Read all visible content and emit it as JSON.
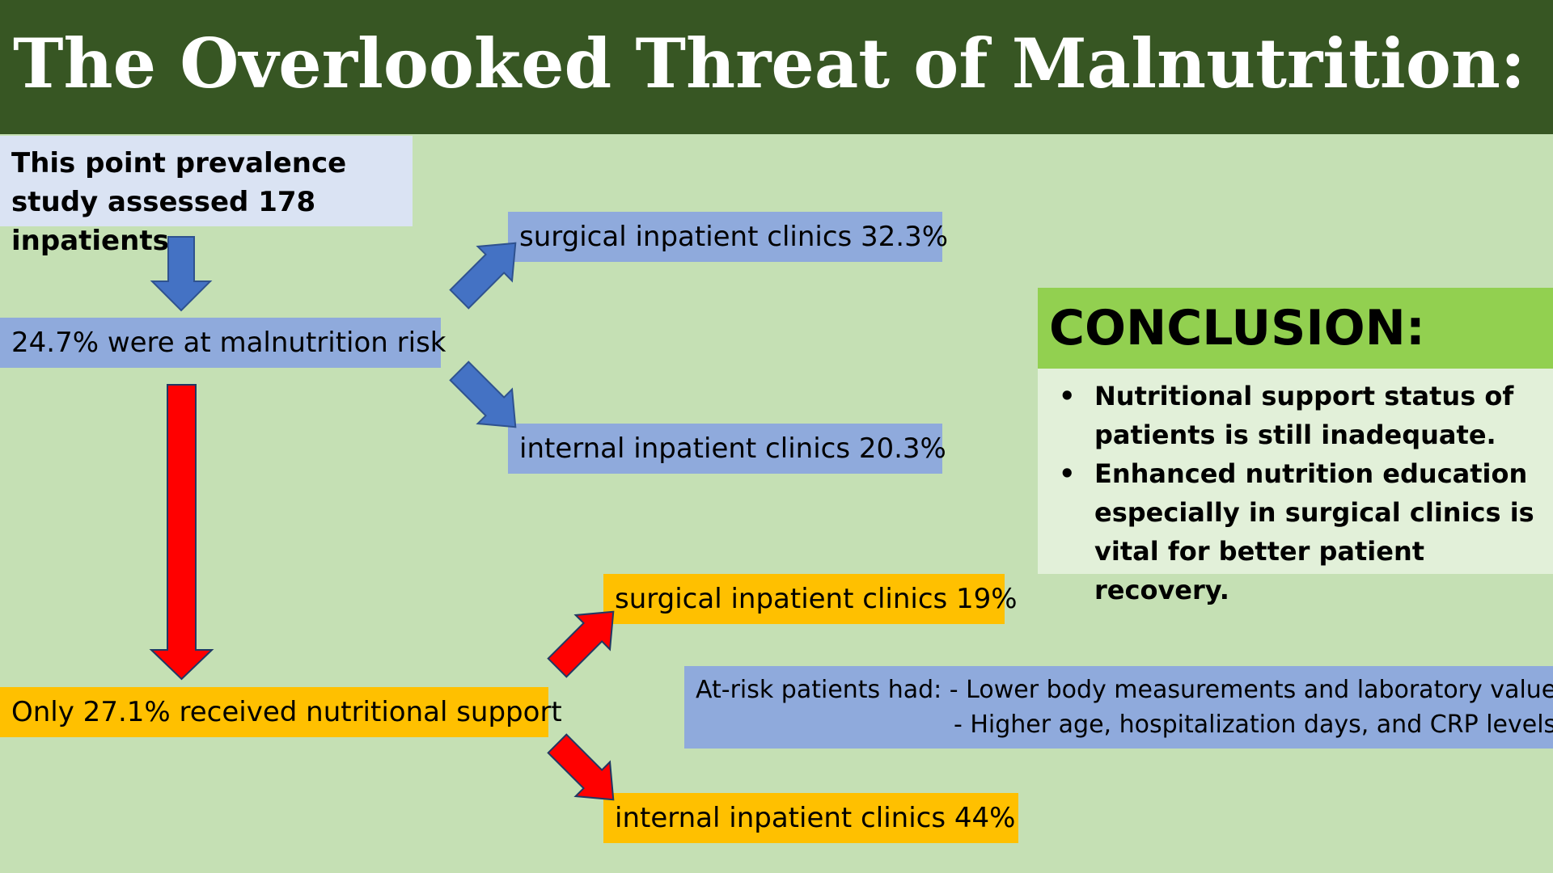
{
  "header": {
    "title": "The Overlooked Threat of Malnutrition:"
  },
  "intro": {
    "text": "This point prevalence study assessed 178 inpatients"
  },
  "risk": {
    "main": "24.7% were at malnutrition risk",
    "surgical": "surgical inpatient clinics 32.3%",
    "internal": "internal inpatient clinics 20.3%"
  },
  "support": {
    "main": "Only 27.1% received nutritional support",
    "surgical": "surgical inpatient clinics 19%",
    "internal": "internal inpatient clinics 44%"
  },
  "at_risk": {
    "line1": "At-risk patients had: - Lower body measurements and laboratory values",
    "line2": "- Higher age, hospitalization days, and CRP levels."
  },
  "conclusion": {
    "heading": "CONCLUSION:",
    "bullet_char": "•",
    "items": [
      "Nutritional support status of patients is still inadequate.",
      "Enhanced nutrition education especially in surgical clinics is vital for better patient recovery."
    ]
  },
  "colors": {
    "background": "#c5e0b4",
    "header": "#375623",
    "intro_box": "#dae3f3",
    "blue_box": "#8faadc",
    "orange_box": "#ffc000",
    "conclusion_head": "#92d050",
    "conclusion_body": "#e2f0d9",
    "blue_arrow": "#4472c4",
    "red_arrow": "#ff0000"
  }
}
